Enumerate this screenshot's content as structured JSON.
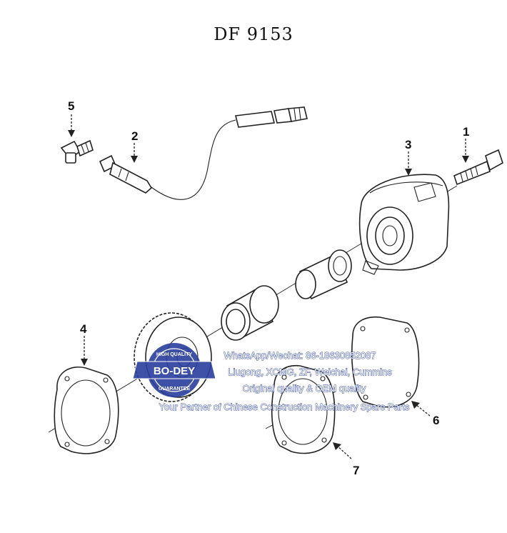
{
  "title": "DF 9153",
  "callouts": [
    {
      "id": "1",
      "label": "1"
    },
    {
      "id": "2",
      "label": "2"
    },
    {
      "id": "3",
      "label": "3"
    },
    {
      "id": "4",
      "label": "4"
    },
    {
      "id": "5",
      "label": "5"
    },
    {
      "id": "6",
      "label": "6"
    },
    {
      "id": "7",
      "label": "7"
    }
  ],
  "watermark": {
    "lines": [
      "WhatsApp/Wechat: 86-18630852087",
      "Liugong, XCMG, ZF, Weichai, Cummins",
      "Original quality & OEM quality",
      "Your Partner of Chinese Construction Machinery Spare Parts"
    ],
    "seal": {
      "center_text": "BO-DEY",
      "ring_top": "HIGH QUALITY",
      "ring_bottom": "GUARANTEE"
    },
    "color": "#2a3f9e"
  }
}
